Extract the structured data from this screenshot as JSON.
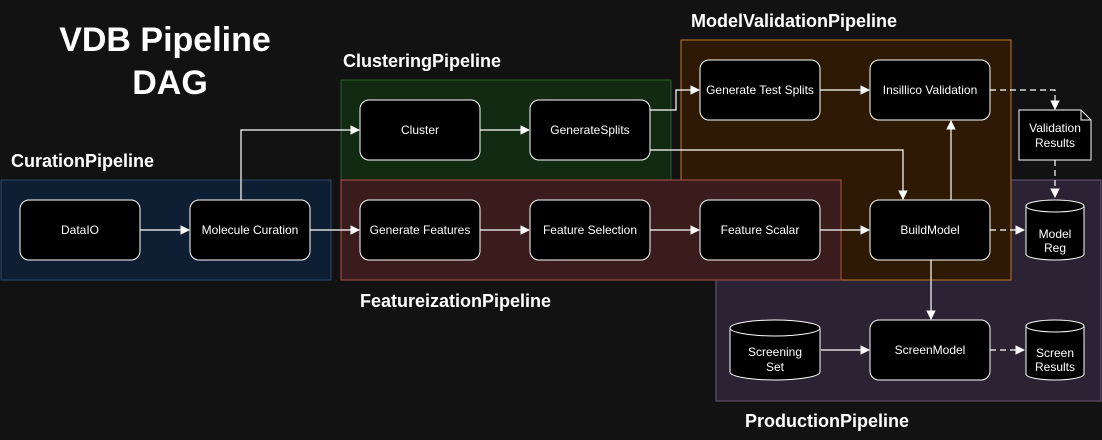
{
  "title": {
    "line1": "VDB Pipeline",
    "line2": "DAG"
  },
  "colors": {
    "background": "#121212",
    "curation": "#0e1f33",
    "clustering": "#132a12",
    "featureization": "#3a1c1c",
    "model_validation": "#2e1a04",
    "production": "#2b2233"
  },
  "groups": {
    "curation": "CurationPipeline",
    "clustering": "ClusteringPipeline",
    "featureization": "FeatureizationPipeline",
    "model_validation": "ModelValidationPipeline",
    "production": "ProductionPipeline"
  },
  "nodes": {
    "dataio": "DataIO",
    "molecule_curation": "Molecule Curation",
    "cluster": "Cluster",
    "generate_splits": "GenerateSplits",
    "generate_features": "Generate Features",
    "feature_selection": "Feature Selection",
    "feature_scalar": "Feature Scalar",
    "generate_test_splits": "Generate Test Splits",
    "insillico_validation": "Insillico Validation",
    "build_model": "BuildModel",
    "screen_model": "ScreenModel"
  },
  "documents": {
    "validation_results": [
      "Validation",
      "Results"
    ]
  },
  "databases": {
    "model_reg": [
      "Model",
      "Reg"
    ],
    "screening_set": [
      "Screening",
      "Set"
    ],
    "screen_results": [
      "Screen",
      "Results"
    ]
  }
}
